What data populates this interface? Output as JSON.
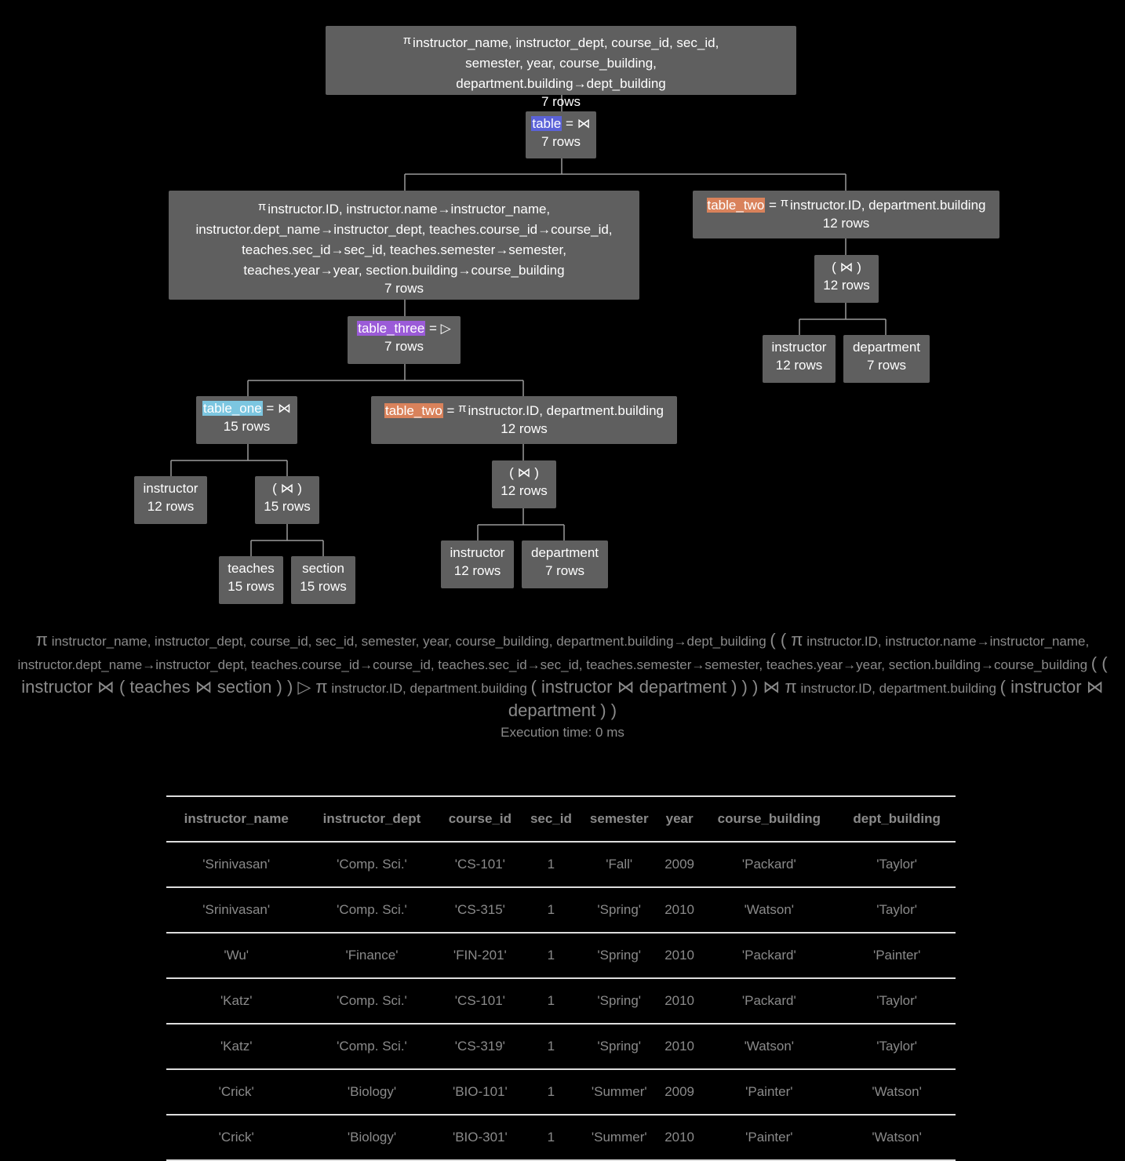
{
  "tree": {
    "root": {
      "sym": "π",
      "label": "instructor_name, instructor_dept, course_id, sec_id, semester, year, course_building, department.building→dept_building",
      "rows": "7 rows"
    },
    "join_top": {
      "name": "table",
      "op": " = ⋈",
      "rows": "7 rows"
    },
    "proj_left": {
      "sym": "π",
      "label": "instructor.ID, instructor.name→instructor_name, instructor.dept_name→instructor_dept, teaches.course_id→course_id, teaches.sec_id→sec_id, teaches.semester→semester, teaches.year→year, section.building→course_building",
      "rows": "7 rows"
    },
    "proj_right": {
      "name": "table_two",
      "op": " = ",
      "sym": "π",
      "label": "instructor.ID, department.building",
      "rows": "12 rows"
    },
    "join_right": {
      "label": "( ⋈ )",
      "rows": "12 rows"
    },
    "instructor_r": {
      "label": "instructor",
      "rows": "12 rows"
    },
    "department_r": {
      "label": "department",
      "rows": "7 rows"
    },
    "antijoin": {
      "name": "table_three",
      "op": " = ▷",
      "rows": "7 rows"
    },
    "join_one": {
      "name": "table_one",
      "op": " = ⋈",
      "rows": "15 rows"
    },
    "proj_mid": {
      "name": "table_two",
      "op": " = ",
      "sym": "π",
      "label": "instructor.ID, department.building",
      "rows": "12 rows"
    },
    "instructor_l": {
      "label": "instructor",
      "rows": "12 rows"
    },
    "join_ts": {
      "label": "( ⋈ )",
      "rows": "15 rows"
    },
    "teaches": {
      "label": "teaches",
      "rows": "15 rows"
    },
    "section": {
      "label": "section",
      "rows": "15 rows"
    },
    "join_mid": {
      "label": "( ⋈ )",
      "rows": "12 rows"
    },
    "instructor_m": {
      "label": "instructor",
      "rows": "12 rows"
    },
    "department_m": {
      "label": "department",
      "rows": "7 rows"
    }
  },
  "expression": {
    "p1_sym": "π",
    "p1": "instructor_name, instructor_dept, course_id, sec_id, semester, year, course_building, department.building→dept_building",
    "open1": "( ( π",
    "p2": "instructor.ID, instructor.name→instructor_name, instructor.dept_name→instructor_dept, teaches.course_id→course_id, teaches.sec_id→sec_id, teaches.semester→semester, teaches.year→year, section.building→course_building",
    "mid1": "( ( instructor ⋈ ( teaches ⋈ section ) ) ▷ π",
    "p3": "instructor.ID, department.building",
    "mid2": "( instructor ⋈ department ) ) ) ⋈ π",
    "p4": "instructor.ID, department.building",
    "tail": "( instructor ⋈ department ) )"
  },
  "execution_time": "Execution time: 0 ms",
  "result": {
    "columns": [
      "instructor_name",
      "instructor_dept",
      "course_id",
      "sec_id",
      "semester",
      "year",
      "course_building",
      "dept_building"
    ],
    "rows": [
      [
        "'Srinivasan'",
        "'Comp. Sci.'",
        "'CS-101'",
        "1",
        "'Fall'",
        "2009",
        "'Packard'",
        "'Taylor'"
      ],
      [
        "'Srinivasan'",
        "'Comp. Sci.'",
        "'CS-315'",
        "1",
        "'Spring'",
        "2010",
        "'Watson'",
        "'Taylor'"
      ],
      [
        "'Wu'",
        "'Finance'",
        "'FIN-201'",
        "1",
        "'Spring'",
        "2010",
        "'Packard'",
        "'Painter'"
      ],
      [
        "'Katz'",
        "'Comp. Sci.'",
        "'CS-101'",
        "1",
        "'Spring'",
        "2010",
        "'Packard'",
        "'Taylor'"
      ],
      [
        "'Katz'",
        "'Comp. Sci.'",
        "'CS-319'",
        "1",
        "'Spring'",
        "2010",
        "'Watson'",
        "'Taylor'"
      ],
      [
        "'Crick'",
        "'Biology'",
        "'BIO-101'",
        "1",
        "'Summer'",
        "2009",
        "'Painter'",
        "'Watson'"
      ],
      [
        "'Crick'",
        "'Biology'",
        "'BIO-301'",
        "1",
        "'Summer'",
        "2010",
        "'Painter'",
        "'Watson'"
      ]
    ]
  }
}
